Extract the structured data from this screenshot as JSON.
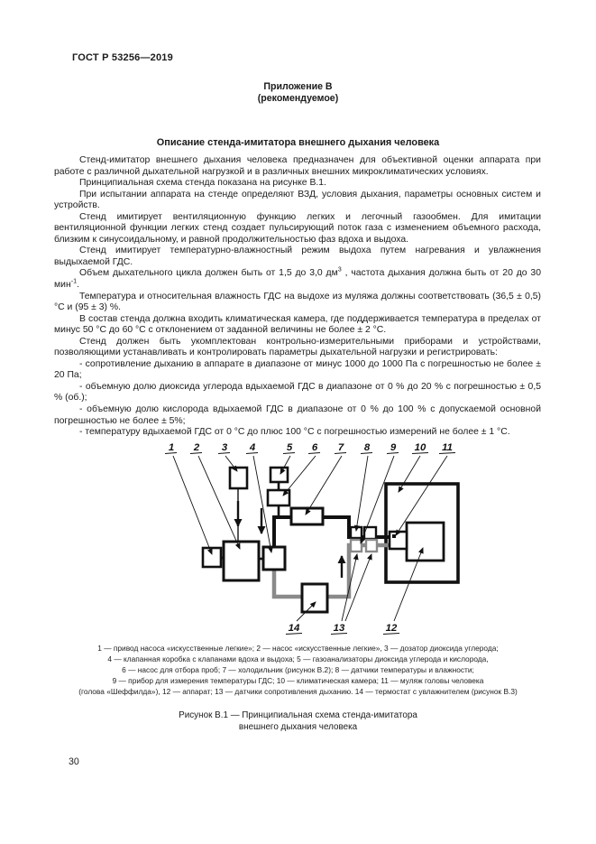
{
  "page": {
    "header": "ГОСТ Р 53256—2019",
    "appendix_title": "Приложение В",
    "appendix_subtitle": "(рекомендуемое)",
    "section_title": "Описание стенда-имитатора внешнего дыхания человека",
    "page_number": "30"
  },
  "body": {
    "paragraphs": [
      "Стенд-имитатор внешнего дыхания человека предназначен для объективной оценки аппарата при работе с различной дыхательной нагрузкой и в различных внешних микроклиматических условиях.",
      "Принципиальная схема стенда показана на рисунке В.1.",
      "При испытании аппарата на стенде определяют ВЗД, условия дыхания, параметры основных систем и устройств.",
      "Стенд имитирует вентиляционную функцию легких и легочный газообмен. Для имитации вентиляционной функции легких стенд создает пульсирующий поток газа с изменением объемного расхода, близким к синусоидальному, и равной продолжительностью фаз вдоха и выдоха.",
      "Стенд имитирует температурно-влажностный режим выдоха путем нагревания и увлажнения выдыхаемой ГДС."
    ],
    "cycle_paragraph": {
      "a": "Объем дыхательного цикла должен быть от 1,5 до 3,0 дм",
      "sup1": "3",
      "b": " , частота дыхания должна быть от 20 до 30 мин",
      "sup2": "-1",
      "c": "."
    },
    "paragraphs2": [
      "Температура и относительная влажность ГДС на выдохе из муляжа должны соответствовать (36,5 ± 0,5) °С и (95 ± 3) %.",
      "В состав стенда должна входить климатическая камера, где поддерживается температура в пределах от минус 50 °С до 60 °С с отклонением от заданной величины не более ± 2 °С.",
      "Стенд должен быть укомплектован контрольно-измерительными приборами и устройствами, позволяющими устанавливать и контролировать параметры дыхательной нагрузки и регистрировать:",
      "- сопротивление дыханию в аппарате в диапазоне от минус 1000 до 1000 Па с погрешностью не более ± 20 Па;",
      "- объемную долю диоксида углерода вдыхаемой ГДС в диапазоне от 0 % до 20 % с погрешностью ± 0,5 % (об.);",
      "- объемную долю кислорода вдыхаемой ГДС в диапазоне от 0 % до 100 % с допускаемой основной погрешностью не более ± 5%;",
      "- температуру вдыхаемой ГДС от 0 °С до плюс 100 °С с погрешностью измерений не более ± 1 °С."
    ]
  },
  "figure": {
    "labels_top": [
      "1",
      "2",
      "3",
      "4",
      "5",
      "6",
      "7",
      "8",
      "9",
      "10",
      "11"
    ],
    "labels_bottom": [
      "14",
      "13",
      "12"
    ],
    "caption_lines": [
      "1 — привод насоса «искусственные легкие»; 2 — насос «искусственные легкие», 3 — дозатор диоксида углерода;",
      "4 — клапанная коробка с клапанами вдоха и выдоха; 5 — газоанализаторы диоксида углерода и кислорода,",
      "6 — насос для отбора проб; 7 — холодильник (рисунок В.2); 8 — датчики температуры и влажности;",
      "9 — прибор для измерения температуры ГДС; 10 — климатическая камера; 11 — муляж головы человека",
      "(голова «Шеффилда»), 12 — аппарат; 13 — датчики сопротивления дыханию. 14 — термостат с увлажнителем (рисунок В.3)"
    ],
    "title_line1": "Рисунок В.1 — Принципиальная схема стенда-имитатора",
    "title_line2": "внешнего дыхания человека",
    "colors": {
      "pipe_black": "#111111",
      "pipe_gray": "#8a8a8a"
    }
  }
}
